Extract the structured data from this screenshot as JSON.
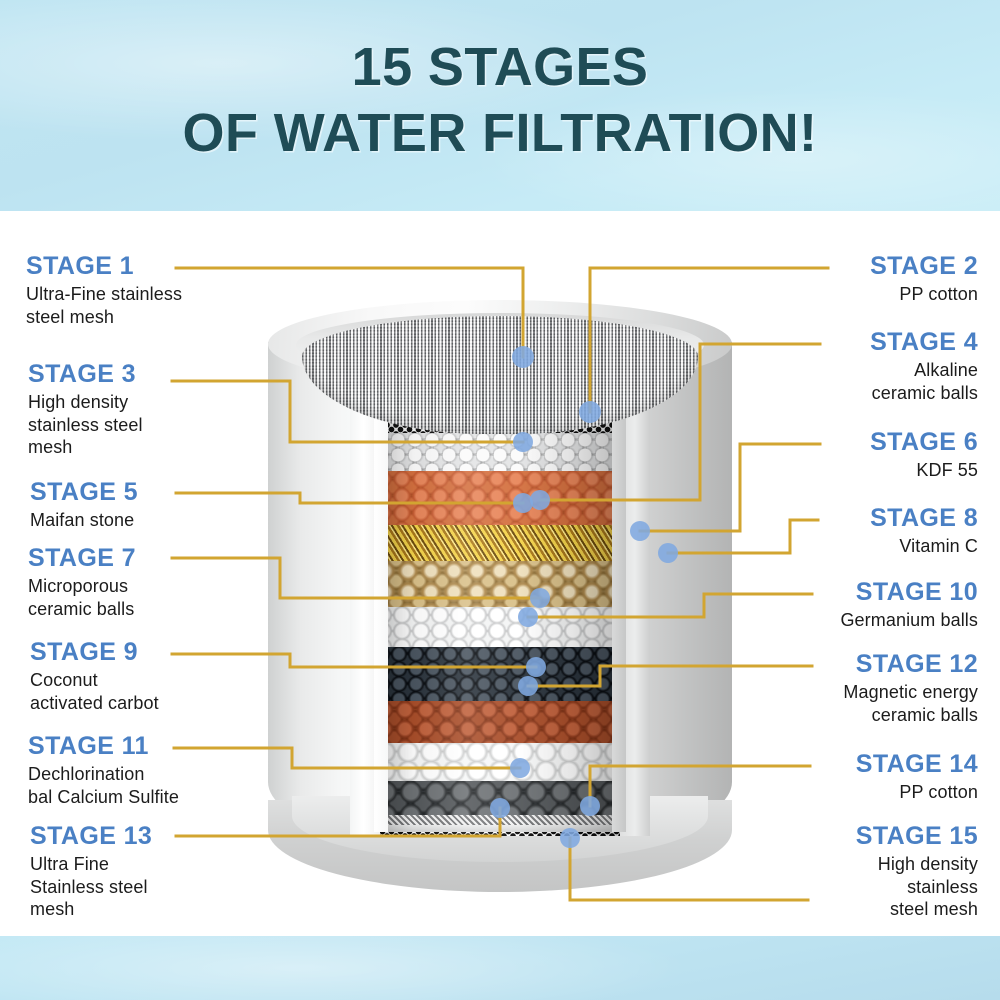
{
  "header": {
    "title_line1": "15 STAGES",
    "title_line2": "OF WATER FILTRATION!",
    "background_top": "#bfe5f2",
    "background_bottom": "#cbeef7",
    "title_color": "#1f4c56"
  },
  "theme": {
    "stage_label_color": "#4a80c4",
    "description_color": "#1c1c1c",
    "connector_line_color": "#d2a531",
    "connector_dot_color": "#7fa9e0",
    "page_background": "#ffffff"
  },
  "stages": [
    {
      "number": 1,
      "label": "STAGE 1",
      "description": "Ultra-Fine stainless\nsteel mesh",
      "side": "left"
    },
    {
      "number": 2,
      "label": "STAGE 2",
      "description": "PP cotton",
      "side": "right"
    },
    {
      "number": 3,
      "label": "STAGE 3",
      "description": "High density\nstainless steel\nmesh",
      "side": "left"
    },
    {
      "number": 4,
      "label": "STAGE 4",
      "description": "Alkaline\nceramic balls",
      "side": "right"
    },
    {
      "number": 5,
      "label": "STAGE 5",
      "description": "Maifan stone",
      "side": "left"
    },
    {
      "number": 6,
      "label": "STAGE 6",
      "description": "KDF 55",
      "side": "right"
    },
    {
      "number": 7,
      "label": "STAGE 7",
      "description": "Microporous\nceramic balls",
      "side": "left"
    },
    {
      "number": 8,
      "label": "STAGE 8",
      "description": "Vitamin C",
      "side": "right"
    },
    {
      "number": 9,
      "label": "STAGE 9",
      "description": "Coconut\nactivated carbot",
      "side": "left"
    },
    {
      "number": 10,
      "label": "STAGE 10",
      "description": "Germanium balls",
      "side": "right"
    },
    {
      "number": 11,
      "label": "STAGE 11",
      "description": "Dechlorination\nbal Calcium Sulfite",
      "side": "left"
    },
    {
      "number": 12,
      "label": "STAGE 12",
      "description": "Magnetic energy\nceramic balls",
      "side": "right"
    },
    {
      "number": 13,
      "label": "STAGE 13",
      "description": "Ultra Fine\nStainless steel\nmesh",
      "side": "left"
    },
    {
      "number": 14,
      "label": "STAGE 14",
      "description": "PP cotton",
      "side": "right"
    },
    {
      "number": 15,
      "label": "STAGE 15",
      "description": "High density\nstainless\nsteel mesh",
      "side": "right"
    }
  ],
  "illustration": {
    "name": "water-filter-cartridge-cutaway",
    "layers": [
      {
        "stage": 1,
        "media": "ultra-fine stainless steel mesh",
        "color": "#c7c8c9"
      },
      {
        "stage": 2,
        "media": "PP cotton",
        "color": "#f2f3f3"
      },
      {
        "stage": 3,
        "media": "high density stainless steel mesh",
        "color": "#ffffff"
      },
      {
        "stage": 4,
        "media": "alkaline ceramic balls",
        "color": "#d9dadb"
      },
      {
        "stage": 5,
        "media": "maifan stone",
        "color": "#c4652f"
      },
      {
        "stage": 6,
        "media": "KDF 55",
        "color": "#d8b13a"
      },
      {
        "stage": 7,
        "media": "microporous ceramic balls",
        "color": "#b99a60"
      },
      {
        "stage": 8,
        "media": "vitamin C",
        "color": "#e9eaea"
      },
      {
        "stage": 9,
        "media": "coconut activated carbon",
        "color": "#12181e"
      },
      {
        "stage": 10,
        "media": "germanium balls",
        "color": "#9e4724"
      },
      {
        "stage": 11,
        "media": "dechlorination calcium sulfite",
        "color": "#ececec"
      },
      {
        "stage": 12,
        "media": "magnetic energy ceramic balls",
        "color": "#3c4043"
      },
      {
        "stage": 13,
        "media": "ultra fine stainless steel mesh",
        "color": "#dcdddd"
      },
      {
        "stage": 14,
        "media": "PP cotton",
        "color": "#eceded"
      },
      {
        "stage": 15,
        "media": "high density stainless steel mesh",
        "color": "#ffffff"
      }
    ]
  }
}
